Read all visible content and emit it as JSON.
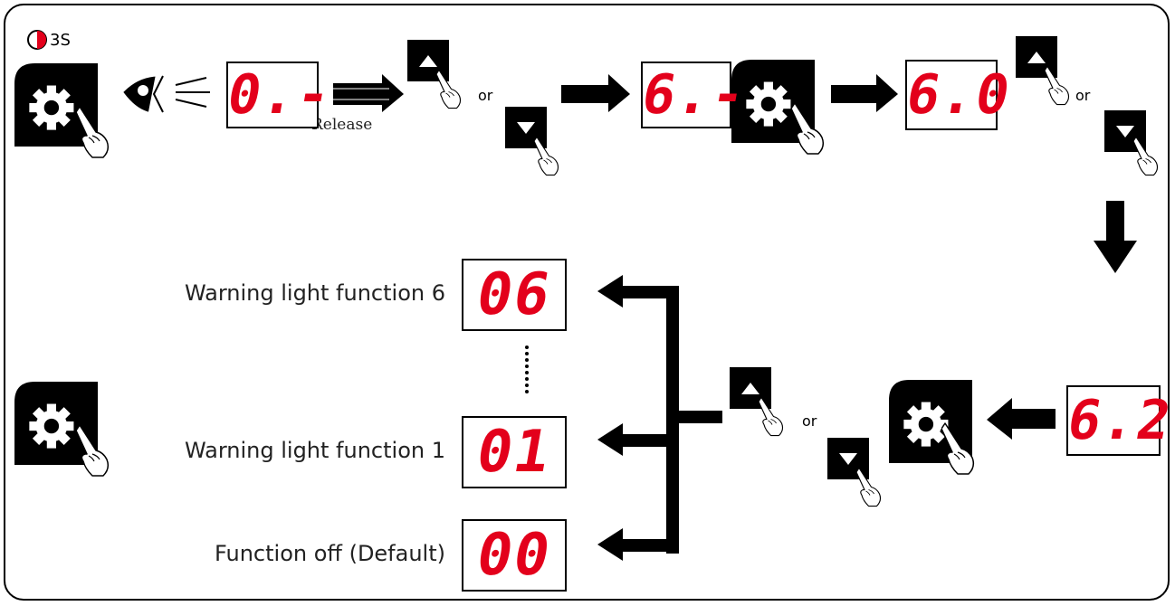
{
  "timer_label": "3S",
  "release_label": "Release",
  "or_label": "or",
  "displays": {
    "step1": "0.-",
    "step2": "6.-",
    "step3": "6.0",
    "step4": "6.2",
    "opt_06": "06",
    "opt_01": "01",
    "opt_00": "00"
  },
  "options": {
    "warning6": "Warning light function 6",
    "warning1": "Warning light function 1",
    "off": "Function off (Default)"
  },
  "colors": {
    "display_red": "#e3001b",
    "button_black": "#000000"
  },
  "icons": [
    "timer-icon",
    "gear-icon",
    "eye-icon",
    "hand-pointer-icon",
    "up-triangle-icon",
    "down-triangle-icon"
  ]
}
